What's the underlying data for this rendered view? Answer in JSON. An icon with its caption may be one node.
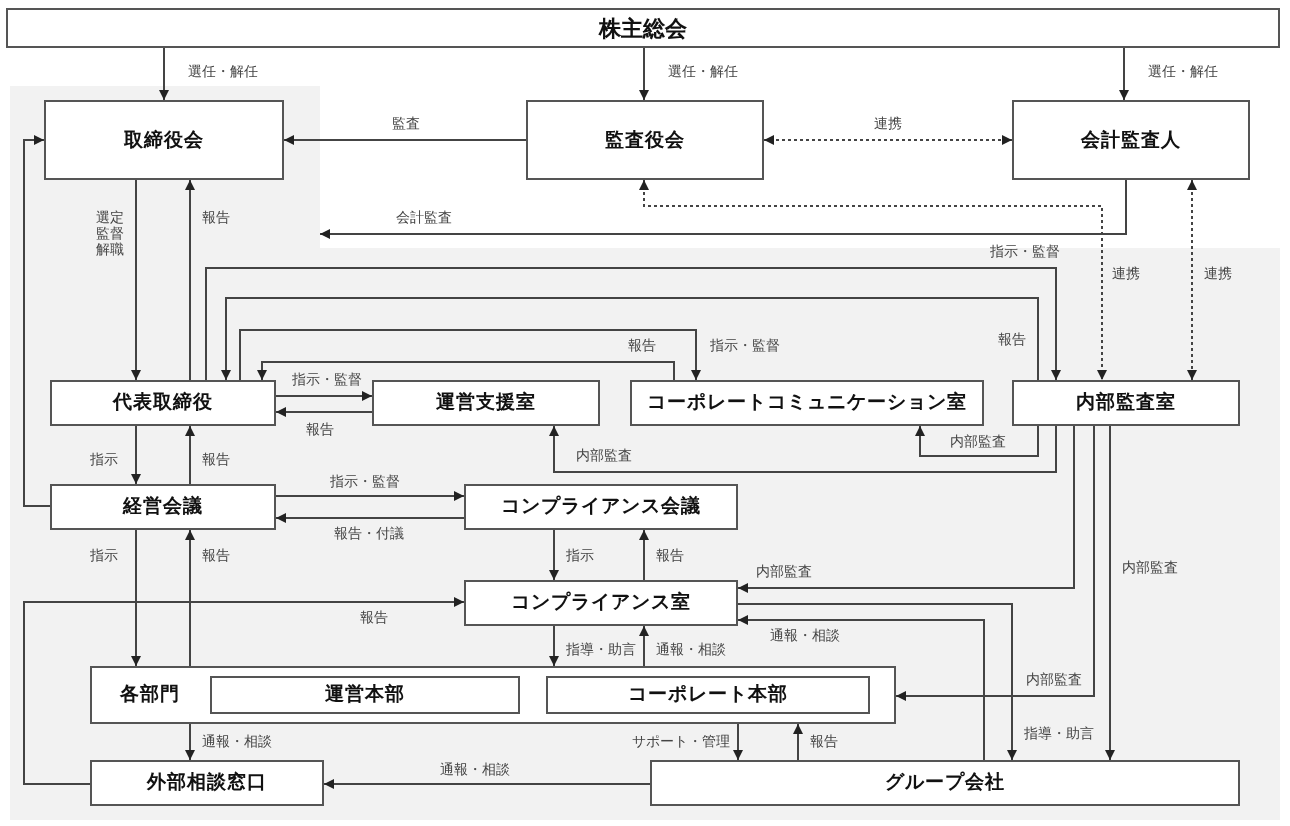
{
  "diagram": {
    "nodes": [
      {
        "text": [
          "株主総会"
        ]
      },
      {
        "text": [
          "取締役会"
        ]
      },
      {
        "text": [
          "監査役会"
        ]
      },
      {
        "text": [
          "会計監査人"
        ]
      },
      {
        "text": [
          "代表取締役"
        ]
      },
      {
        "text": [
          "運営支援室"
        ]
      },
      {
        "text": [
          "コーポレートコミュニケーション室"
        ]
      },
      {
        "text": [
          "内部監査室"
        ]
      },
      {
        "text": [
          "経営会議"
        ]
      },
      {
        "text": [
          "コンプライアンス会議"
        ]
      },
      {
        "text": [
          "コンプライアンス室"
        ]
      },
      {
        "text": [
          "各部門"
        ]
      },
      {
        "text": [
          "運営本部"
        ],
        "in": 11
      },
      {
        "text": [
          "コーポレート本部"
        ],
        "in": 11
      },
      {
        "text": [
          "外部相談窓口"
        ]
      },
      {
        "text": [
          "グループ会社"
        ]
      }
    ],
    "edges": [
      {
        "from": 0,
        "to": 1,
        "arrow": "to",
        "label": "選任・解任"
      },
      {
        "from": 0,
        "to": 2,
        "arrow": "to",
        "label": "選任・解任"
      },
      {
        "from": 0,
        "to": 3,
        "arrow": "to",
        "label": "選任・解任"
      },
      {
        "from": 2,
        "to": 1,
        "arrow": "to",
        "label": "監査"
      },
      {
        "from": 2,
        "to": 3,
        "arrow": "both",
        "label": "連携",
        "style": "dashed"
      },
      {
        "from": 3,
        "to": null,
        "arrow": "to",
        "label": "会計監査"
      },
      {
        "from": 2,
        "to": 7,
        "arrow": "both",
        "label": "連携",
        "style": "dashed"
      },
      {
        "from": 3,
        "to": 7,
        "arrow": "both",
        "label": "連携",
        "style": "dashed"
      },
      {
        "from": 1,
        "to": 4,
        "arrow": "to",
        "label": "選定監督解職"
      },
      {
        "from": 4,
        "to": 1,
        "arrow": "to",
        "label": "報告"
      },
      {
        "from": 8,
        "to": 1,
        "arrow": "to"
      },
      {
        "from": 4,
        "to": 7,
        "arrow": "to",
        "label": "指示・監督"
      },
      {
        "from": 7,
        "to": 4,
        "arrow": "to",
        "label": "報告"
      },
      {
        "from": 4,
        "to": 6,
        "arrow": "to",
        "label": "指示・監督"
      },
      {
        "from": 6,
        "to": 4,
        "arrow": "to",
        "label": "報告"
      },
      {
        "from": 4,
        "to": 5,
        "arrow": "to",
        "label": "指示・監督"
      },
      {
        "from": 5,
        "to": 4,
        "arrow": "to",
        "label": "報告"
      },
      {
        "from": 4,
        "to": 8,
        "arrow": "to",
        "label": "指示"
      },
      {
        "from": 8,
        "to": 4,
        "arrow": "to",
        "label": "報告"
      },
      {
        "from": 8,
        "to": 9,
        "arrow": "to",
        "label": "指示・監督"
      },
      {
        "from": 9,
        "to": 8,
        "arrow": "to",
        "label": "報告・付議"
      },
      {
        "from": 7,
        "to": 6,
        "arrow": "to",
        "label": "内部監査"
      },
      {
        "from": 7,
        "to": 5,
        "arrow": "to",
        "label": "内部監査"
      },
      {
        "from": 9,
        "to": 10,
        "arrow": "to",
        "label": "指示"
      },
      {
        "from": 10,
        "to": 9,
        "arrow": "to",
        "label": "報告"
      },
      {
        "from": 7,
        "to": 10,
        "arrow": "to",
        "label": "内部監査"
      },
      {
        "from": 7,
        "to": 11,
        "arrow": "to",
        "label": "内部監査"
      },
      {
        "from": 7,
        "to": 15,
        "arrow": "to",
        "label": "内部監査"
      },
      {
        "from": 10,
        "to": 15,
        "arrow": "to",
        "label": "指導・助言"
      },
      {
        "from": 15,
        "to": 10,
        "arrow": "to",
        "label": "通報・相談"
      },
      {
        "from": 10,
        "to": 11,
        "arrow": "to",
        "label": "指導・助言"
      },
      {
        "from": 11,
        "to": 10,
        "arrow": "to",
        "label": "通報・相談"
      },
      {
        "from": 8,
        "to": 11,
        "arrow": "to",
        "label": "指示"
      },
      {
        "from": 11,
        "to": 8,
        "arrow": "to",
        "label": "報告"
      },
      {
        "from": 14,
        "to": 10,
        "arrow": "to",
        "label": "報告"
      },
      {
        "from": 11,
        "to": 14,
        "arrow": "to",
        "label": "通報・相談"
      },
      {
        "from": 15,
        "to": 14,
        "arrow": "to",
        "label": "通報・相談"
      },
      {
        "from": 11,
        "to": 15,
        "arrow": "to",
        "label": "サポート・管理"
      },
      {
        "from": 15,
        "to": 11,
        "arrow": "to",
        "label": "報告"
      }
    ]
  }
}
